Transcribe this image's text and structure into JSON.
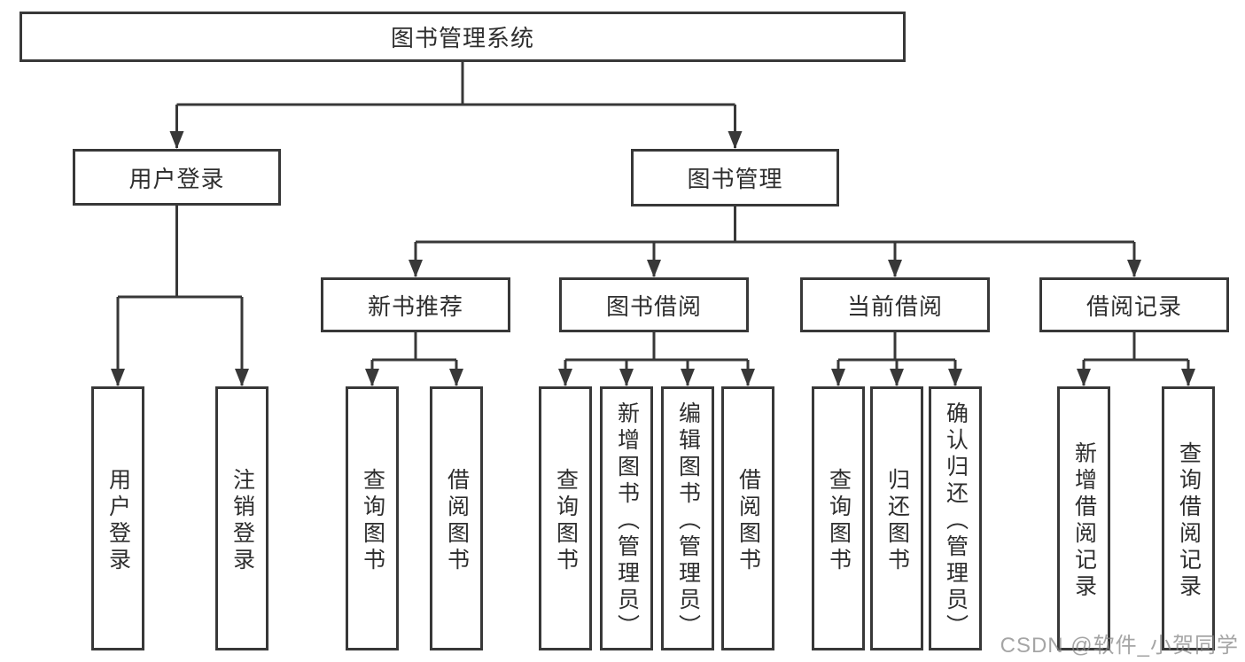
{
  "diagram": {
    "root": "图书管理系统",
    "branches": [
      {
        "label": "用户登录",
        "children": [
          {
            "label": "用户登录"
          },
          {
            "label": "注销登录"
          }
        ]
      },
      {
        "label": "图书管理",
        "children": [
          {
            "label": "新书推荐",
            "children": [
              {
                "label": "查询图书"
              },
              {
                "label": "借阅图书"
              }
            ]
          },
          {
            "label": "图书借阅",
            "children": [
              {
                "label": "查询图书"
              },
              {
                "label": "新增图书（管理员）"
              },
              {
                "label": "编辑图书（管理员）"
              },
              {
                "label": "借阅图书"
              }
            ]
          },
          {
            "label": "当前借阅",
            "children": [
              {
                "label": "查询图书"
              },
              {
                "label": "归还图书"
              },
              {
                "label": "确认归还（管理员）"
              }
            ]
          },
          {
            "label": "借阅记录",
            "children": [
              {
                "label": "新增借阅记录"
              },
              {
                "label": "查询借阅记录"
              }
            ]
          }
        ]
      }
    ]
  },
  "watermark": {
    "text": "CSDN @软件_小贺同学"
  },
  "colors": {
    "line": "#383838",
    "node_border": "#383838",
    "node_text": "#2e2e2e",
    "background": "#ffffff",
    "watermark_text": "#828282"
  }
}
